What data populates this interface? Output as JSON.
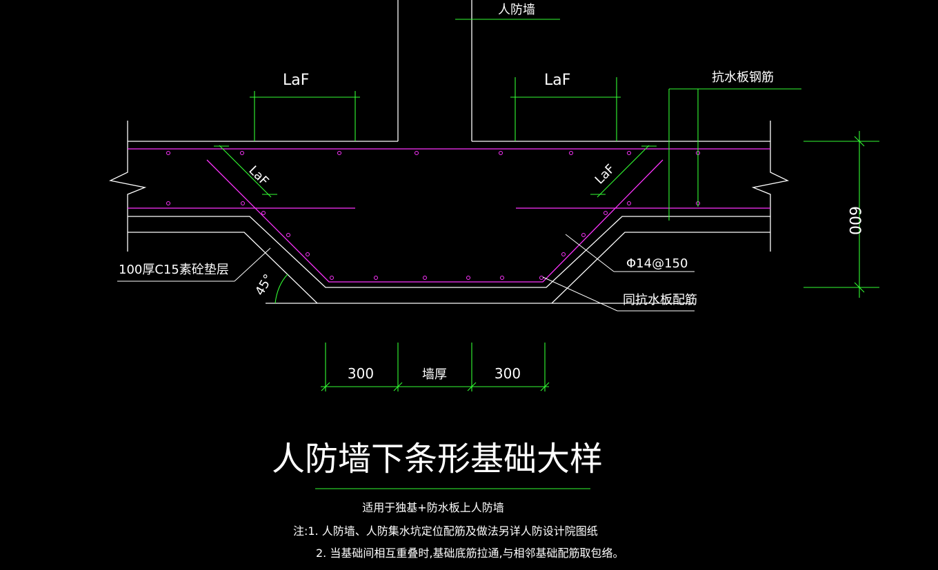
{
  "labels": {
    "wall": "人防墙",
    "laf_left": "LaF",
    "laf_right": "LaF",
    "laf_diag_left": "LaF",
    "laf_diag_right": "LaF",
    "slab_rebar": "抗水板钢筋",
    "dim_height": "600",
    "cushion": "100厚C15素砼垫层",
    "angle": "45°",
    "stirrup": "Φ14@150",
    "same_rebar": "同抗水板配筋",
    "dim_left": "300",
    "dim_wall": "墙厚",
    "dim_right": "300"
  },
  "title": "人防墙下条形基础大样",
  "subtitle": "适用于独基+防水板上人防墙",
  "notes": [
    "注:1.  人防墙、人防集水坑定位配筋及做法另详人防设计院图纸",
    "2.  当基础间相互重叠时,基础底筋拉通,与相邻基础配筋取包络。"
  ],
  "colors": {
    "background": "#000000",
    "concrete": "#ffffff",
    "rebar": "#ff33ff",
    "dimension": "#33ff33",
    "text": "#ffffff"
  }
}
